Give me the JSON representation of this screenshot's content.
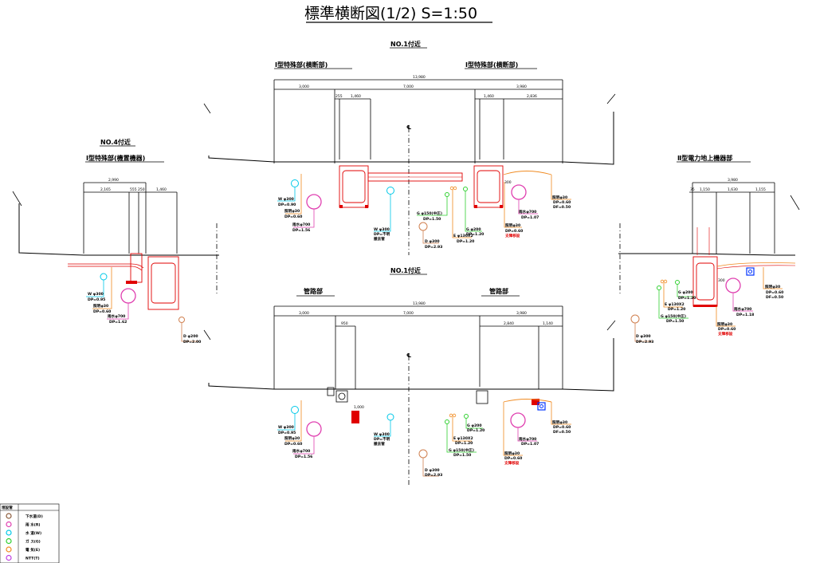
{
  "title": "標準横断図(1/2) S=1:50",
  "sections": {
    "no1_top": {
      "location": "NO.1付近"
    },
    "no1_bottom": {
      "location": "NO.1付近"
    },
    "no4": {
      "location": "NO.4付近"
    }
  },
  "section_titles": {
    "top_left": "Ⅰ型特殊部(横断部)",
    "top_right": "Ⅰ型特殊部(横断部)",
    "left": "Ⅰ型特殊部(機置機器)",
    "right": "Ⅱ型電力地上機器部",
    "bottom_left": "管路部",
    "bottom_right": "管路部"
  },
  "dimensions": {
    "top": {
      "total": "13,980",
      "left": "3,000",
      "center": "7,000",
      "right": "3,980",
      "sub_left_a": "255",
      "sub_left_b": "1,460",
      "sub_right_a": "1,460",
      "sub_right_b": "2,836",
      "box_offset": "300"
    },
    "bottom": {
      "total": "13,980",
      "left": "3,000",
      "center": "7,000",
      "right": "3,980",
      "sub_left": "950",
      "sub_right_a": "2,840",
      "sub_right_b": "1,140",
      "depth": "1,000"
    },
    "left": {
      "total": "2,990",
      "a": "2,165",
      "b": "555",
      "c": "250",
      "d": "1,460"
    },
    "right": {
      "total": "3,980",
      "a": "35",
      "b": "1,150",
      "c": "1,630",
      "d": "1,155",
      "box_offset": "300"
    }
  },
  "centerline": "℄",
  "utility_labels": {
    "top": [
      {
        "name": "W φ300",
        "dp": "DP=0.90",
        "color": "#00c8e8"
      },
      {
        "name": "照明φ30",
        "dp": "DP=0.60",
        "color": "#f08a20"
      },
      {
        "name": "雨水φ700",
        "dp": "DP=1.56",
        "color": "#e040b0"
      },
      {
        "name": "W φ300",
        "dp": "DP=不明",
        "note": "撤去管",
        "color": "#00c8e8"
      },
      {
        "name": "G φ150(中圧)",
        "dp": "DP=1.50",
        "color": "#30d030"
      },
      {
        "name": "D φ300",
        "dp": "DP=2.93",
        "color": "#d08050"
      },
      {
        "name": "E φ130X2",
        "dp": "DP=1.20",
        "color": "#f08a20"
      },
      {
        "name": "G φ200",
        "dp": "DP=1.20",
        "color": "#30d030"
      },
      {
        "name": "照明φ30",
        "dp": "DP=0.60",
        "note": "支障移設",
        "color": "#f08a20"
      },
      {
        "name": "雨水φ700",
        "dp": "DP=1.07",
        "color": "#e040b0"
      },
      {
        "name": "照明φ30",
        "dp": "DP=0.60",
        "dp2": "DF=0.50",
        "color": "#f08a20"
      }
    ],
    "left": [
      {
        "name": "W φ300",
        "dp": "DP=0.95",
        "color": "#00c8e8"
      },
      {
        "name": "照明φ30",
        "dp": "DP=0.60",
        "color": "#f08a20"
      },
      {
        "name": "雨水φ700",
        "dp": "DP=1.62",
        "color": "#e040b0"
      },
      {
        "name": "D φ200",
        "dp": "DP=2.00",
        "color": "#d08050"
      }
    ],
    "right": [
      {
        "name": "G φ200",
        "dp": "DP=1.20",
        "color": "#30d030"
      },
      {
        "name": "E φ130X2",
        "dp": "DP=1.20",
        "color": "#f08a20"
      },
      {
        "name": "G φ150(中圧)",
        "dp": "DP=1.50",
        "color": "#30d030"
      },
      {
        "name": "D φ300",
        "dp": "DP=2.93",
        "color": "#d08050"
      },
      {
        "name": "照明φ30",
        "dp": "DP=0.60",
        "note": "支障移設",
        "color": "#f08a20"
      },
      {
        "name": "雨水φ700",
        "dp": "DP=1.18",
        "color": "#e040b0"
      },
      {
        "name": "照明φ30",
        "dp": "DP=0.60",
        "dp2": "DF=0.50",
        "color": "#f08a20"
      }
    ],
    "bottom": [
      {
        "name": "W φ300",
        "dp": "DP=0.95",
        "color": "#00c8e8"
      },
      {
        "name": "照明φ30",
        "dp": "DP=0.60",
        "color": "#f08a20"
      },
      {
        "name": "雨水φ700",
        "dp": "DP=1.56",
        "color": "#e040b0"
      },
      {
        "name": "W φ300",
        "dp": "DP=不明",
        "note": "撤去管",
        "color": "#00c8e8"
      },
      {
        "name": "G φ200",
        "dp": "DP=1.20",
        "color": "#30d030"
      },
      {
        "name": "E φ130X2",
        "dp": "DP=1.20",
        "color": "#f08a20"
      },
      {
        "name": "G φ150(中圧)",
        "dp": "DP=1.50",
        "color": "#30d030"
      },
      {
        "name": "D φ300",
        "dp": "DP=2.93",
        "color": "#d08050"
      },
      {
        "name": "照明φ30",
        "dp": "DP=0.60",
        "note": "支障移設",
        "color": "#f08a20"
      },
      {
        "name": "雨水φ700",
        "dp": "DP=1.07",
        "color": "#e040b0"
      },
      {
        "name": "照明φ30",
        "dp": "DP=0.60",
        "dp2": "DF=0.50",
        "color": "#f08a20"
      }
    ]
  },
  "legend": {
    "header": "埋設管",
    "items": [
      {
        "label": "下水道(D)",
        "color": "#8a5a3a"
      },
      {
        "label": "雨 水(R)",
        "color": "#e040b0"
      },
      {
        "label": "水 道(W)",
        "color": "#00c8e8"
      },
      {
        "label": "ガ ス(G)",
        "color": "#30d030"
      },
      {
        "label": "電 気(E)",
        "color": "#f08a20"
      },
      {
        "label": "NTT(T)",
        "color": "#c040e0"
      }
    ]
  }
}
